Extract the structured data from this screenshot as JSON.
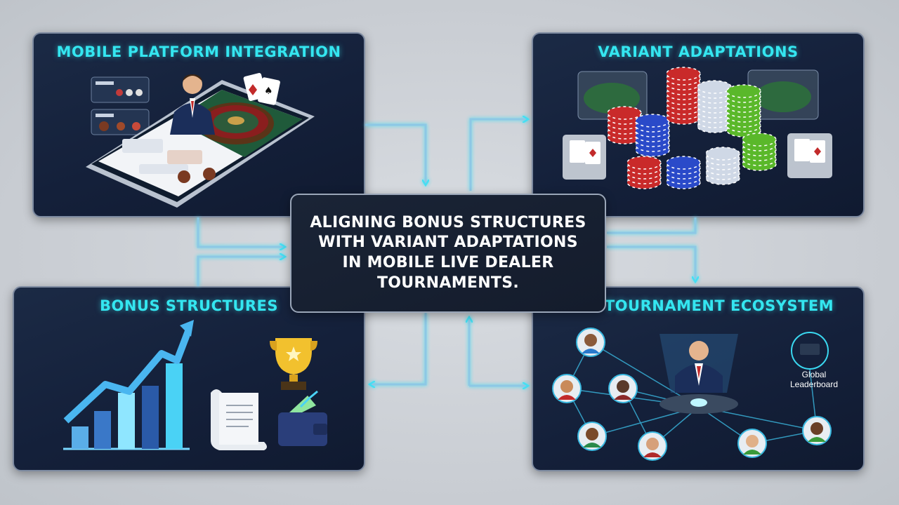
{
  "center": {
    "line1": "ALIGNING BONUS STRUCTURES",
    "line2": "WITH VARIANT ADAPTATIONS",
    "line3": "IN MOBILE LIVE DEALER",
    "line4": "TOURNAMENTS."
  },
  "panels": {
    "mobile": {
      "title": "MOBILE PLATFORM INTEGRATION"
    },
    "variant": {
      "title": "VARIANT ADAPTATIONS"
    },
    "bonus": {
      "title": "BONUS STRUCTURES"
    },
    "tournament": {
      "title": "TOURNAMENT ECOSYSTEM",
      "leaderboard_line1": "Global",
      "leaderboard_line2": "Leaderboard"
    }
  },
  "colors": {
    "accent": "#34e6f0",
    "panel_bg": "#15223c",
    "connector": "#7fb6d8"
  },
  "icons": [
    "smartphone-icon",
    "dealer-icon",
    "roulette-icon",
    "playing-cards-icon",
    "chip-stack-icon",
    "game-table-icon",
    "growth-chart-icon",
    "trophy-icon",
    "scroll-icon",
    "wallet-icon",
    "player-avatar-icon",
    "leaderboard-icon"
  ]
}
